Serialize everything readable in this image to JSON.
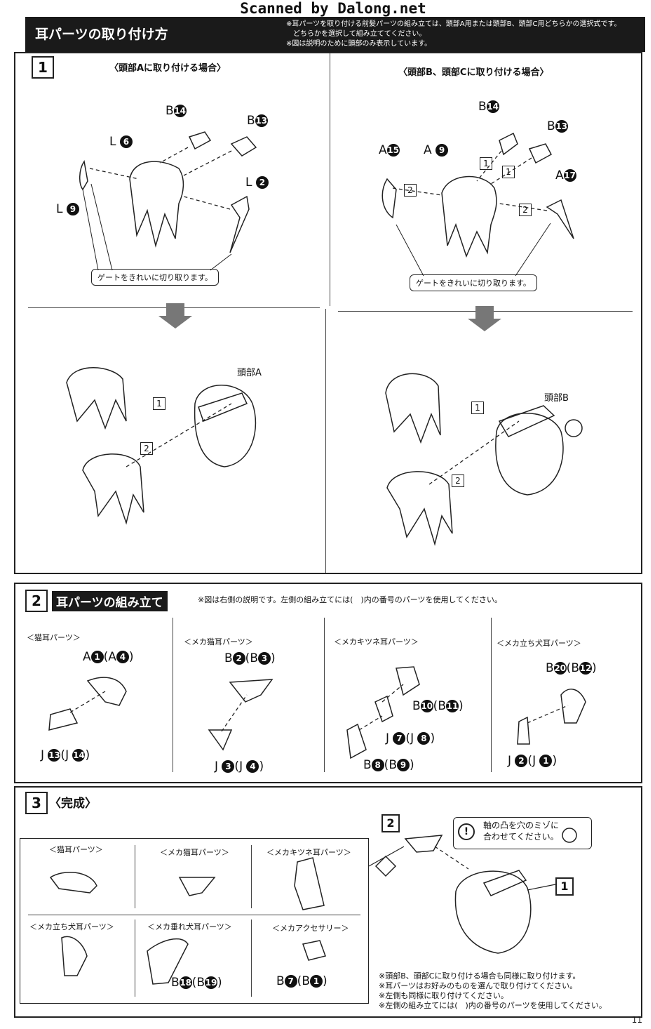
{
  "scanner": "Scanned by Dalong.net",
  "header": {
    "title": "耳パーツの取り付け方",
    "notes": [
      "※耳パーツを取り付ける前髪パーツの組み立ては、頭部A用または頭部B、頭部C用どちらかの選択式です。",
      "どちらかを選択して組み立ててください。",
      "※図は説明のために頭部のみ表示しています。"
    ]
  },
  "step1": {
    "num": "1",
    "left_title": "〈頭部Aに取り付ける場合〉",
    "right_title": "〈頭部B、頭部Cに取り付ける場合〉",
    "left_parts": [
      "B",
      "14",
      "B",
      "13",
      "L",
      "6",
      "L",
      "2",
      "L",
      "9"
    ],
    "right_parts": [
      "B",
      "14",
      "B",
      "13",
      "A",
      "15",
      "A",
      "9",
      "A",
      "17"
    ],
    "gate_note": "ゲートをきれいに切り取ります。",
    "order_1": "1",
    "order_2": "2",
    "head_a": "頭部A",
    "head_b": "頭部B"
  },
  "step2": {
    "num": "2",
    "title": "耳パーツの組み立て",
    "note": "※図は右側の説明です。左側の組み立てには(　)内の番号のパーツを使用してください。",
    "columns": [
      {
        "label": "＜猫耳パーツ＞",
        "p1": "A",
        "n1": "1",
        "q1": "A",
        "m1": "4",
        "p2": "J",
        "n2": "13",
        "q2": "J",
        "m2": "14"
      },
      {
        "label": "＜メカ猫耳パーツ＞",
        "p1": "B",
        "n1": "2",
        "q1": "B",
        "m1": "3",
        "p2": "J",
        "n2": "3",
        "q2": "J",
        "m2": "4"
      },
      {
        "label": "＜メカキツネ耳パーツ＞",
        "p1": "B",
        "n1": "10",
        "q1": "B",
        "m1": "11",
        "p2": "J",
        "n2": "7",
        "q2": "J",
        "m2": "8",
        "p3": "B",
        "n3": "8",
        "q3": "B",
        "m3": "9"
      },
      {
        "label": "＜メカ立ち犬耳パーツ＞",
        "p1": "B",
        "n1": "20",
        "q1": "B",
        "m1": "12",
        "p2": "J",
        "n2": "2",
        "q2": "J",
        "m2": "1"
      }
    ]
  },
  "step3": {
    "num": "3",
    "title": "〈完成〉",
    "parts_box": [
      "＜猫耳パーツ＞",
      "＜メカ猫耳パーツ＞",
      "＜メカキツネ耳パーツ＞",
      "＜メカ立ち犬耳パーツ＞",
      "＜メカ垂れ犬耳パーツ＞",
      "＜メカアクセサリー＞"
    ],
    "droop_p": "B",
    "droop_n": "18",
    "droop_q": "B",
    "droop_m": "19",
    "acc_p": "B",
    "acc_n": "7",
    "acc_q": "B",
    "acc_m": "1",
    "order_1": "1",
    "order_2": "2",
    "caution_line1": "軸の凸を穴のミゾに",
    "caution_line2": "合わせてください。",
    "caution_icon": "!",
    "notes": [
      "※頭部B、頭部Cに取り付ける場合も同様に取り付けます。",
      "※耳パーツはお好みのものを選んで取り付けてください。",
      "※左側も同様に取り付けてください。",
      "※左側の組み立てには(　)内の番号のパーツを使用してください。"
    ]
  },
  "page_number": "11",
  "colors": {
    "ink": "#111111",
    "bar": "#1a1a1a",
    "edge": "#f4c6d2"
  }
}
